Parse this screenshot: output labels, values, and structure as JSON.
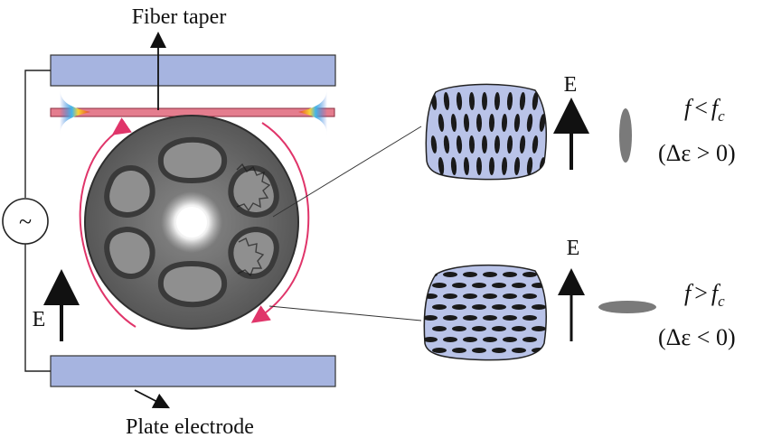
{
  "labels": {
    "fiber_taper": "Fiber taper",
    "plate_electrode": "Plate electrode",
    "field_left": "E",
    "field_top": "E",
    "field_bottom": "E",
    "ac_source": "~"
  },
  "conditions": {
    "upper": {
      "f": "f",
      "rel": "<",
      "fc": "f",
      "sub": "c",
      "delta": "(Δε > 0)"
    },
    "lower": {
      "f": "f",
      "rel": ">",
      "fc": "f",
      "sub": "c",
      "delta": "(Δε < 0)"
    }
  },
  "colors": {
    "electrode": "#a6b4e0",
    "taper": "#e47d8e",
    "rotation_arrow": "#e0356a",
    "cell": "#b9c3e8",
    "molecule": "#1a1a1a",
    "ellipse": "#7a7a7a"
  },
  "icons": [
    "ac-source-icon",
    "rotation-arrow-icon",
    "field-arrow-icon",
    "leader-arrow-icon"
  ]
}
